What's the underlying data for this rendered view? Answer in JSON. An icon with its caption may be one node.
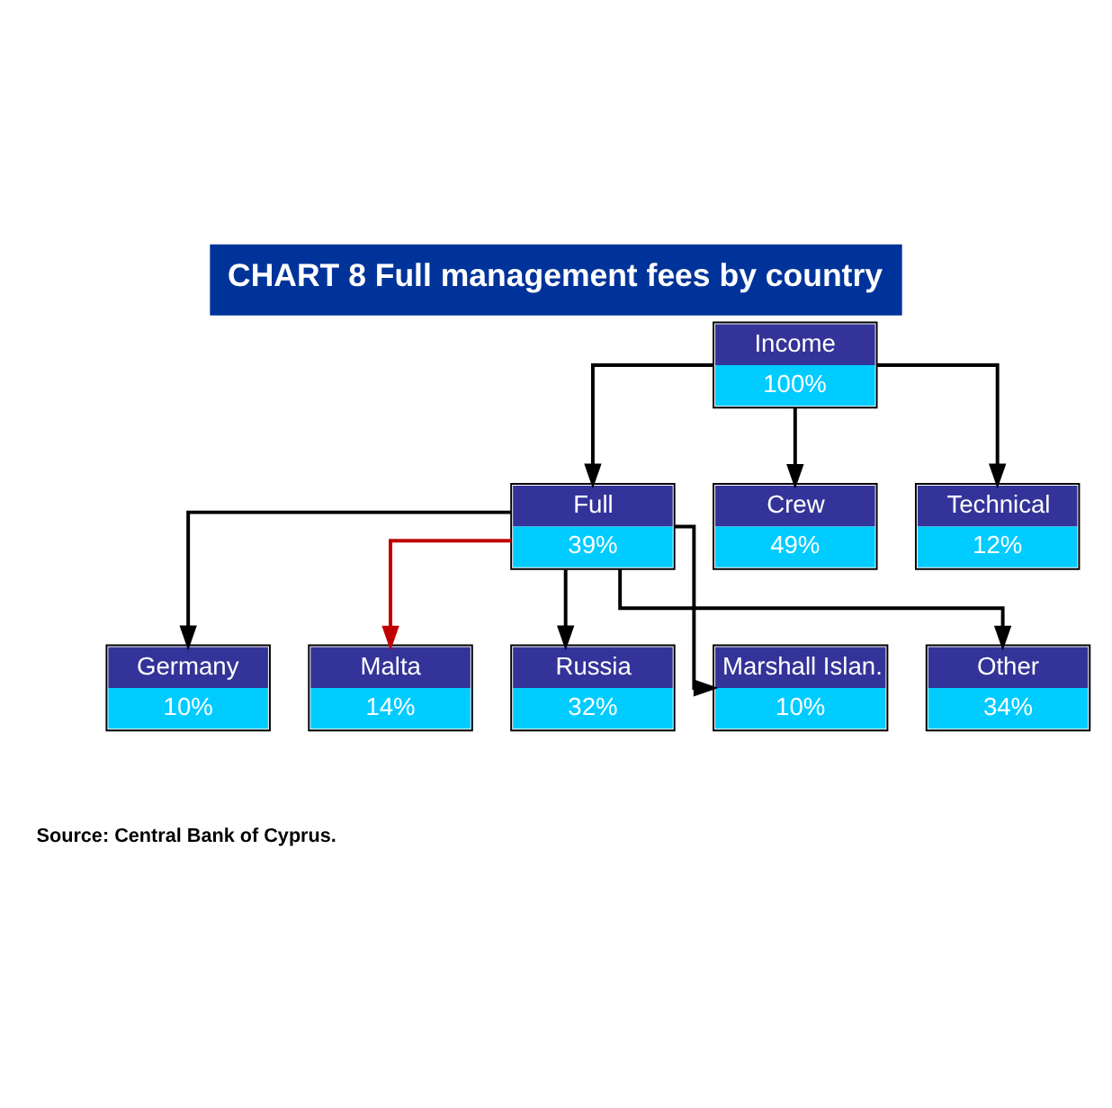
{
  "diagram": {
    "title": "CHART 8 Full management fees by country",
    "nodes": [
      {
        "text": [
          "Income",
          "100%"
        ]
      },
      {
        "text": [
          "Full",
          "39%"
        ]
      },
      {
        "text": [
          "Crew",
          "49%"
        ]
      },
      {
        "text": [
          "Technical",
          "12%"
        ]
      },
      {
        "text": [
          "Germany",
          "10%"
        ]
      },
      {
        "text": [
          "Malta",
          "14%"
        ]
      },
      {
        "text": [
          "Russia",
          "32%"
        ]
      },
      {
        "text": [
          "Marshall Islan.",
          "10%"
        ]
      },
      {
        "text": [
          "Other",
          "34%"
        ]
      }
    ],
    "edges": [
      {
        "from": 0,
        "to": 1,
        "arrow": "to"
      },
      {
        "from": 0,
        "to": 2,
        "arrow": "to"
      },
      {
        "from": 0,
        "to": 3,
        "arrow": "to"
      },
      {
        "from": 1,
        "to": 4,
        "arrow": "to"
      },
      {
        "from": 1,
        "to": 5,
        "arrow": "to",
        "color": "#c00000"
      },
      {
        "from": 1,
        "to": 6,
        "arrow": "to"
      },
      {
        "from": 1,
        "to": 7,
        "arrow": "to"
      },
      {
        "from": 1,
        "to": 8,
        "arrow": "to"
      }
    ],
    "labels": [
      "Source: Central Bank of Cyprus."
    ]
  }
}
